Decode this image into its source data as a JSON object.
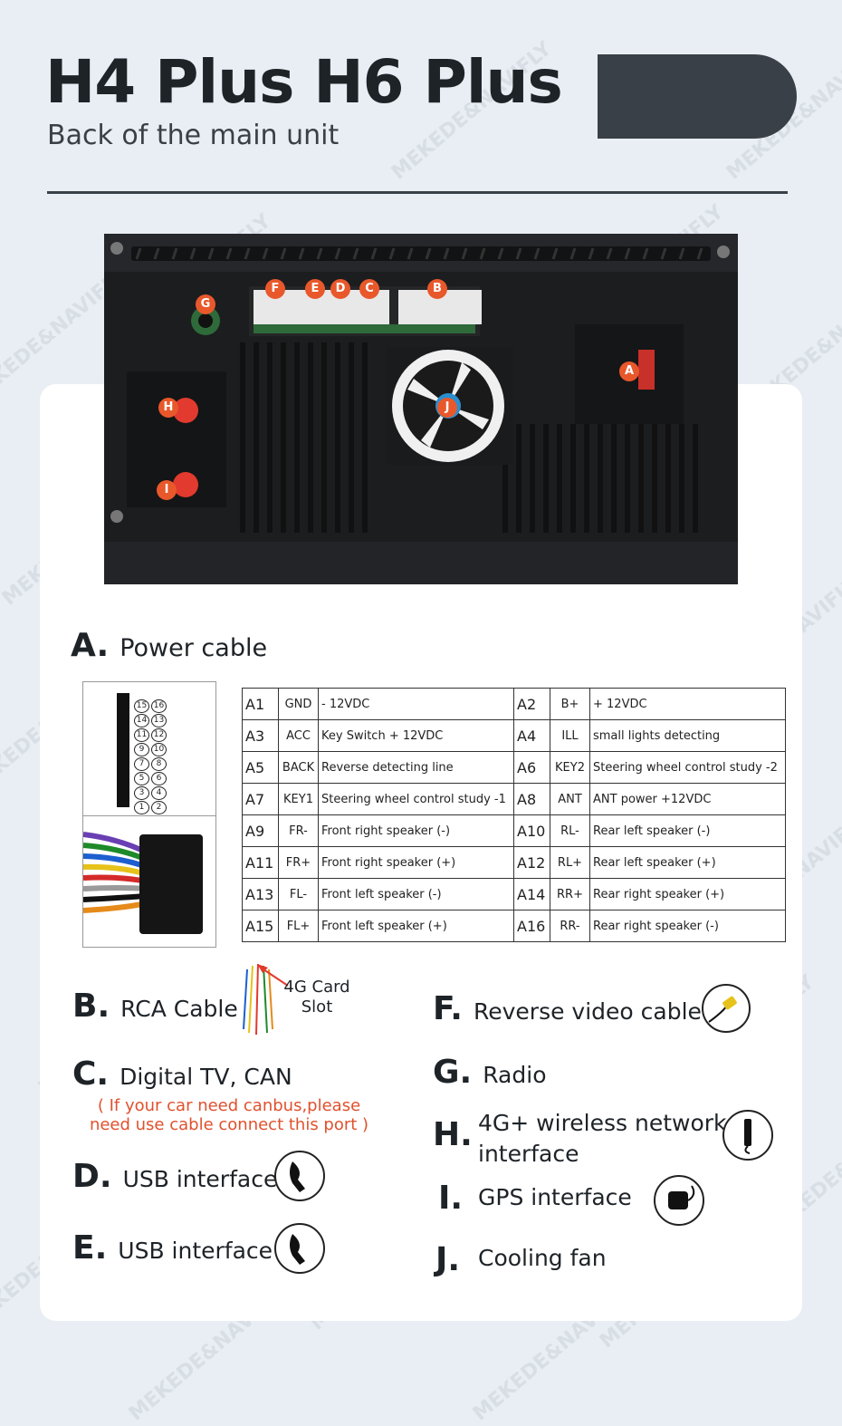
{
  "header": {
    "title": "H4 Plus  H6 Plus",
    "subtitle": "Back of  the main unit"
  },
  "markers": [
    "G",
    "F",
    "E",
    "D",
    "C",
    "B",
    "A",
    "H",
    "J",
    "I"
  ],
  "section_a": {
    "letter": "A.",
    "title": "Power cable"
  },
  "pin_table": [
    [
      {
        "id": "A1",
        "abbr": "GND",
        "desc": " - 12VDC"
      },
      {
        "id": "A2",
        "abbr": "B+",
        "desc": " + 12VDC"
      }
    ],
    [
      {
        "id": "A3",
        "abbr": "ACC",
        "desc": "Key Switch + 12VDC"
      },
      {
        "id": "A4",
        "abbr": "ILL",
        "desc": "small lights detecting"
      }
    ],
    [
      {
        "id": "A5",
        "abbr": "BACK",
        "desc": "Reverse detecting line"
      },
      {
        "id": "A6",
        "abbr": "KEY2",
        "desc": "Steering wheel control study -2"
      }
    ],
    [
      {
        "id": "A7",
        "abbr": "KEY1",
        "desc": "Steering wheel control study -1"
      },
      {
        "id": "A8",
        "abbr": "ANT",
        "desc": "ANT power +12VDC"
      }
    ],
    [
      {
        "id": "A9",
        "abbr": "FR-",
        "desc": "Front right speaker (-)"
      },
      {
        "id": "A10",
        "abbr": "RL-",
        "desc": " Rear left speaker (-)"
      }
    ],
    [
      {
        "id": "A11",
        "abbr": "FR+",
        "desc": "Front right speaker (+)"
      },
      {
        "id": "A12",
        "abbr": "RL+",
        "desc": " Rear left speaker (+)"
      }
    ],
    [
      {
        "id": "A13",
        "abbr": "FL-",
        "desc": "Front left speaker (-)"
      },
      {
        "id": "A14",
        "abbr": "RR+",
        "desc": "Rear right speaker (+)"
      }
    ],
    [
      {
        "id": "A15",
        "abbr": "FL+",
        "desc": "Front left speaker (+)"
      },
      {
        "id": "A16",
        "abbr": "RR-",
        "desc": " Rear right speaker (-)"
      }
    ]
  ],
  "connector_pins": [
    [
      "15",
      "16"
    ],
    [
      "14",
      "13"
    ],
    [
      "11",
      "12"
    ],
    [
      "9",
      "10"
    ],
    [
      "7",
      "8"
    ],
    [
      "5",
      "6"
    ],
    [
      "3",
      "4"
    ],
    [
      "1",
      "2"
    ]
  ],
  "sections": {
    "b": {
      "letter": "B.",
      "title": "RCA Cable",
      "callout": "4G Card\nSlot"
    },
    "c": {
      "letter": "C.",
      "title": "Digital TV, CAN",
      "note": "( If your car need canbus,please need use cable connect this port )"
    },
    "d": {
      "letter": "D.",
      "title": "USB interface"
    },
    "e": {
      "letter": "E.",
      "title": "USB interface"
    },
    "f": {
      "letter": "F.",
      "title": "Reverse video cable"
    },
    "g": {
      "letter": "G.",
      "title": "Radio"
    },
    "h": {
      "letter": "H.",
      "title": "4G+ wireless network\ninterface"
    },
    "i": {
      "letter": "I.",
      "title": "GPS  interface"
    },
    "j": {
      "letter": "J.",
      "title": "Cooling fan"
    }
  },
  "watermark": "MEKEDE&NAVIFLY",
  "colors": {
    "accent": "#e8582b",
    "dark": "#3a4047",
    "background": "#e9eef4"
  }
}
